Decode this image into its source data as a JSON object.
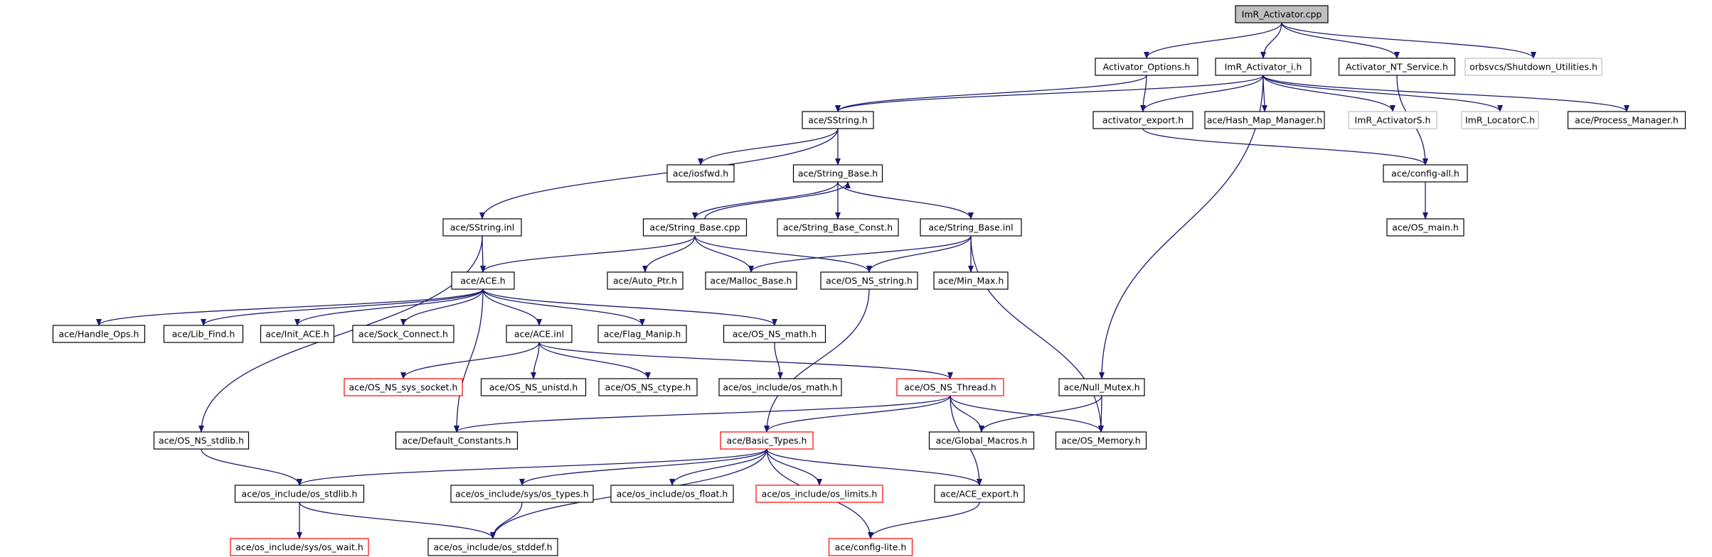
{
  "graph": {
    "colors": {
      "edge": "#191970",
      "node_border": "#000000",
      "root_fill": "#bfbfbf",
      "truncated_border": "#ff0000",
      "undocumented_border": "#bfbfbf"
    },
    "nodes": [
      {
        "id": "imr_activator_cpp",
        "label": "ImR_Activator.cpp",
        "style": "root"
      },
      {
        "id": "activator_options_h",
        "label": "Activator_Options.h",
        "style": "normal"
      },
      {
        "id": "imr_activator_i_h",
        "label": "ImR_Activator_i.h",
        "style": "normal"
      },
      {
        "id": "activator_nt_service_h",
        "label": "Activator_NT_Service.h",
        "style": "normal"
      },
      {
        "id": "orbsvcs_shutdown_utilities_h",
        "label": "orbsvcs/Shutdown_Utilities.h",
        "style": "undocumented"
      },
      {
        "id": "ace_sstring_h",
        "label": "ace/SString.h",
        "style": "normal"
      },
      {
        "id": "activator_export_h",
        "label": "activator_export.h",
        "style": "normal"
      },
      {
        "id": "ace_hash_map_manager_h",
        "label": "ace/Hash_Map_Manager.h",
        "style": "normal"
      },
      {
        "id": "imr_activators_h",
        "label": "ImR_ActivatorS.h",
        "style": "undocumented"
      },
      {
        "id": "imr_locatorc_h",
        "label": "ImR_LocatorC.h",
        "style": "undocumented"
      },
      {
        "id": "ace_process_manager_h",
        "label": "ace/Process_Manager.h",
        "style": "normal"
      },
      {
        "id": "ace_iosfwd_h",
        "label": "ace/iosfwd.h",
        "style": "normal"
      },
      {
        "id": "ace_string_base_h",
        "label": "ace/String_Base.h",
        "style": "normal"
      },
      {
        "id": "ace_config_all_h",
        "label": "ace/config-all.h",
        "style": "normal"
      },
      {
        "id": "ace_sstring_inl",
        "label": "ace/SString.inl",
        "style": "normal"
      },
      {
        "id": "ace_string_base_cpp",
        "label": "ace/String_Base.cpp",
        "style": "normal"
      },
      {
        "id": "ace_string_base_const_h",
        "label": "ace/String_Base_Const.h",
        "style": "normal"
      },
      {
        "id": "ace_string_base_inl",
        "label": "ace/String_Base.inl",
        "style": "normal"
      },
      {
        "id": "ace_os_main_h",
        "label": "ace/OS_main.h",
        "style": "normal"
      },
      {
        "id": "ace_ace_h",
        "label": "ace/ACE.h",
        "style": "normal"
      },
      {
        "id": "ace_auto_ptr_h",
        "label": "ace/Auto_Ptr.h",
        "style": "normal"
      },
      {
        "id": "ace_malloc_base_h",
        "label": "ace/Malloc_Base.h",
        "style": "normal"
      },
      {
        "id": "ace_os_ns_string_h",
        "label": "ace/OS_NS_string.h",
        "style": "normal"
      },
      {
        "id": "ace_min_max_h",
        "label": "ace/Min_Max.h",
        "style": "normal"
      },
      {
        "id": "ace_handle_ops_h",
        "label": "ace/Handle_Ops.h",
        "style": "normal"
      },
      {
        "id": "ace_lib_find_h",
        "label": "ace/Lib_Find.h",
        "style": "normal"
      },
      {
        "id": "ace_init_ace_h",
        "label": "ace/Init_ACE.h",
        "style": "normal"
      },
      {
        "id": "ace_sock_connect_h",
        "label": "ace/Sock_Connect.h",
        "style": "normal"
      },
      {
        "id": "ace_ace_inl",
        "label": "ace/ACE.inl",
        "style": "normal"
      },
      {
        "id": "ace_flag_manip_h",
        "label": "ace/Flag_Manip.h",
        "style": "normal"
      },
      {
        "id": "ace_os_ns_math_h",
        "label": "ace/OS_NS_math.h",
        "style": "normal"
      },
      {
        "id": "ace_os_ns_sys_socket_h",
        "label": "ace/OS_NS_sys_socket.h",
        "style": "truncated"
      },
      {
        "id": "ace_os_ns_unistd_h",
        "label": "ace/OS_NS_unistd.h",
        "style": "normal"
      },
      {
        "id": "ace_os_ns_ctype_h",
        "label": "ace/OS_NS_ctype.h",
        "style": "normal"
      },
      {
        "id": "ace_os_include_os_math_h",
        "label": "ace/os_include/os_math.h",
        "style": "normal"
      },
      {
        "id": "ace_os_ns_thread_h",
        "label": "ace/OS_NS_Thread.h",
        "style": "truncated"
      },
      {
        "id": "ace_null_mutex_h",
        "label": "ace/Null_Mutex.h",
        "style": "normal"
      },
      {
        "id": "ace_os_ns_stdlib_h",
        "label": "ace/OS_NS_stdlib.h",
        "style": "normal"
      },
      {
        "id": "ace_default_constants_h",
        "label": "ace/Default_Constants.h",
        "style": "normal"
      },
      {
        "id": "ace_basic_types_h",
        "label": "ace/Basic_Types.h",
        "style": "truncated"
      },
      {
        "id": "ace_global_macros_h",
        "label": "ace/Global_Macros.h",
        "style": "normal"
      },
      {
        "id": "ace_os_memory_h",
        "label": "ace/OS_Memory.h",
        "style": "normal"
      },
      {
        "id": "ace_os_include_os_stdlib_h",
        "label": "ace/os_include/os_stdlib.h",
        "style": "normal"
      },
      {
        "id": "ace_os_include_sys_os_types_h",
        "label": "ace/os_include/sys/os_types.h",
        "style": "normal"
      },
      {
        "id": "ace_os_include_os_float_h",
        "label": "ace/os_include/os_float.h",
        "style": "normal"
      },
      {
        "id": "ace_os_include_os_limits_h",
        "label": "ace/os_include/os_limits.h",
        "style": "truncated"
      },
      {
        "id": "ace_ace_export_h",
        "label": "ace/ACE_export.h",
        "style": "normal"
      },
      {
        "id": "ace_os_include_sys_os_wait_h",
        "label": "ace/os_include/sys/os_wait.h",
        "style": "truncated"
      },
      {
        "id": "ace_os_include_os_stddef_h",
        "label": "ace/os_include/os_stddef.h",
        "style": "normal"
      },
      {
        "id": "ace_config_lite_h",
        "label": "ace/config-lite.h",
        "style": "truncated"
      }
    ],
    "edges": [
      {
        "from": "imr_activator_cpp",
        "to": "activator_options_h"
      },
      {
        "from": "imr_activator_cpp",
        "to": "imr_activator_i_h"
      },
      {
        "from": "imr_activator_cpp",
        "to": "activator_nt_service_h"
      },
      {
        "from": "imr_activator_cpp",
        "to": "orbsvcs_shutdown_utilities_h"
      },
      {
        "from": "activator_options_h",
        "to": "ace_sstring_h"
      },
      {
        "from": "activator_options_h",
        "to": "activator_export_h"
      },
      {
        "from": "imr_activator_i_h",
        "to": "ace_sstring_h"
      },
      {
        "from": "imr_activator_i_h",
        "to": "activator_export_h"
      },
      {
        "from": "imr_activator_i_h",
        "to": "ace_hash_map_manager_h"
      },
      {
        "from": "imr_activator_i_h",
        "to": "imr_activators_h"
      },
      {
        "from": "imr_activator_i_h",
        "to": "imr_locatorc_h"
      },
      {
        "from": "imr_activator_i_h",
        "to": "ace_process_manager_h"
      },
      {
        "from": "imr_activator_i_h",
        "to": "ace_null_mutex_h"
      },
      {
        "from": "activator_nt_service_h",
        "to": "ace_config_all_h"
      },
      {
        "from": "activator_export_h",
        "to": "ace_config_all_h"
      },
      {
        "from": "ace_config_all_h",
        "to": "ace_os_main_h"
      },
      {
        "from": "ace_sstring_h",
        "to": "ace_iosfwd_h"
      },
      {
        "from": "ace_sstring_h",
        "to": "ace_string_base_h"
      },
      {
        "from": "ace_sstring_h",
        "to": "ace_sstring_inl"
      },
      {
        "from": "ace_string_base_h",
        "to": "ace_string_base_cpp"
      },
      {
        "from": "ace_string_base_h",
        "to": "ace_string_base_const_h"
      },
      {
        "from": "ace_string_base_h",
        "to": "ace_string_base_inl"
      },
      {
        "from": "ace_string_base_cpp",
        "to": "ace_string_base_h"
      },
      {
        "from": "ace_string_base_cpp",
        "to": "ace_ace_h"
      },
      {
        "from": "ace_string_base_cpp",
        "to": "ace_auto_ptr_h"
      },
      {
        "from": "ace_string_base_cpp",
        "to": "ace_malloc_base_h"
      },
      {
        "from": "ace_string_base_cpp",
        "to": "ace_os_ns_string_h"
      },
      {
        "from": "ace_string_base_inl",
        "to": "ace_malloc_base_h"
      },
      {
        "from": "ace_string_base_inl",
        "to": "ace_os_ns_string_h"
      },
      {
        "from": "ace_string_base_inl",
        "to": "ace_min_max_h"
      },
      {
        "from": "ace_string_base_inl",
        "to": "ace_os_memory_h"
      },
      {
        "from": "ace_sstring_inl",
        "to": "ace_ace_h"
      },
      {
        "from": "ace_sstring_inl",
        "to": "ace_os_ns_stdlib_h"
      },
      {
        "from": "ace_ace_h",
        "to": "ace_handle_ops_h"
      },
      {
        "from": "ace_ace_h",
        "to": "ace_lib_find_h"
      },
      {
        "from": "ace_ace_h",
        "to": "ace_init_ace_h"
      },
      {
        "from": "ace_ace_h",
        "to": "ace_sock_connect_h"
      },
      {
        "from": "ace_ace_h",
        "to": "ace_ace_inl"
      },
      {
        "from": "ace_ace_h",
        "to": "ace_flag_manip_h"
      },
      {
        "from": "ace_ace_h",
        "to": "ace_os_ns_math_h"
      },
      {
        "from": "ace_ace_h",
        "to": "ace_default_constants_h"
      },
      {
        "from": "ace_ace_inl",
        "to": "ace_os_ns_sys_socket_h"
      },
      {
        "from": "ace_ace_inl",
        "to": "ace_os_ns_unistd_h"
      },
      {
        "from": "ace_ace_inl",
        "to": "ace_os_ns_ctype_h"
      },
      {
        "from": "ace_ace_inl",
        "to": "ace_os_ns_thread_h"
      },
      {
        "from": "ace_os_ns_math_h",
        "to": "ace_os_include_os_math_h"
      },
      {
        "from": "ace_os_ns_string_h",
        "to": "ace_basic_types_h"
      },
      {
        "from": "ace_os_ns_thread_h",
        "to": "ace_default_constants_h"
      },
      {
        "from": "ace_os_ns_thread_h",
        "to": "ace_basic_types_h"
      },
      {
        "from": "ace_os_ns_thread_h",
        "to": "ace_global_macros_h"
      },
      {
        "from": "ace_os_ns_thread_h",
        "to": "ace_os_memory_h"
      },
      {
        "from": "ace_os_ns_thread_h",
        "to": "ace_ace_export_h"
      },
      {
        "from": "ace_null_mutex_h",
        "to": "ace_global_macros_h"
      },
      {
        "from": "ace_null_mutex_h",
        "to": "ace_os_memory_h"
      },
      {
        "from": "ace_os_ns_stdlib_h",
        "to": "ace_os_include_os_stdlib_h"
      },
      {
        "from": "ace_basic_types_h",
        "to": "ace_os_include_os_stdlib_h"
      },
      {
        "from": "ace_basic_types_h",
        "to": "ace_os_include_sys_os_types_h"
      },
      {
        "from": "ace_basic_types_h",
        "to": "ace_os_include_os_float_h"
      },
      {
        "from": "ace_basic_types_h",
        "to": "ace_os_include_os_limits_h"
      },
      {
        "from": "ace_basic_types_h",
        "to": "ace_ace_export_h"
      },
      {
        "from": "ace_basic_types_h",
        "to": "ace_os_include_os_stddef_h"
      },
      {
        "from": "ace_basic_types_h",
        "to": "ace_config_lite_h"
      },
      {
        "from": "ace_os_include_os_stdlib_h",
        "to": "ace_os_include_sys_os_wait_h"
      },
      {
        "from": "ace_os_include_os_stdlib_h",
        "to": "ace_os_include_os_stddef_h"
      },
      {
        "from": "ace_os_include_sys_os_types_h",
        "to": "ace_os_include_os_stddef_h"
      },
      {
        "from": "ace_ace_export_h",
        "to": "ace_config_lite_h"
      }
    ]
  }
}
